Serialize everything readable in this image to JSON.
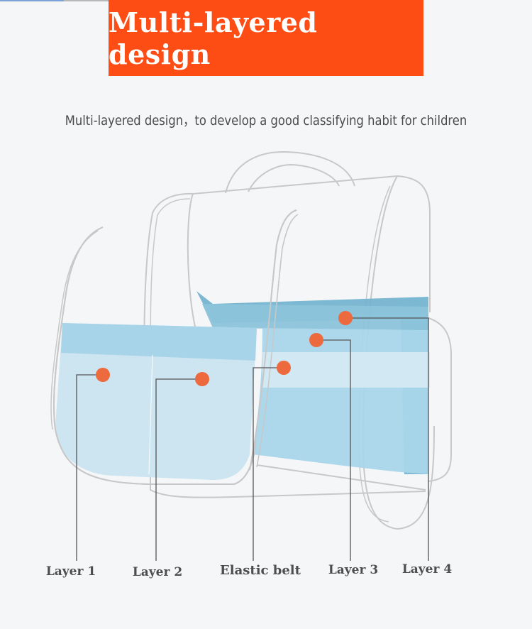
{
  "header": {
    "title": "Multi-layered design"
  },
  "subtitle": "Multi-layered design，to develop a good classifying habit for children",
  "colors": {
    "banner": "#fe4c15",
    "marker": "#ec6a3d",
    "layer_light": "#cde6f2",
    "layer_mid": "#a6d4ea",
    "layer_dark": "#6fb1cd",
    "outline": "#c8c8c8",
    "leader": "#555555"
  },
  "callouts": [
    {
      "label": "Layer 1"
    },
    {
      "label": "Layer 2"
    },
    {
      "label": "Elastic belt"
    },
    {
      "label": "Layer 3"
    },
    {
      "label": "Layer 4"
    }
  ]
}
